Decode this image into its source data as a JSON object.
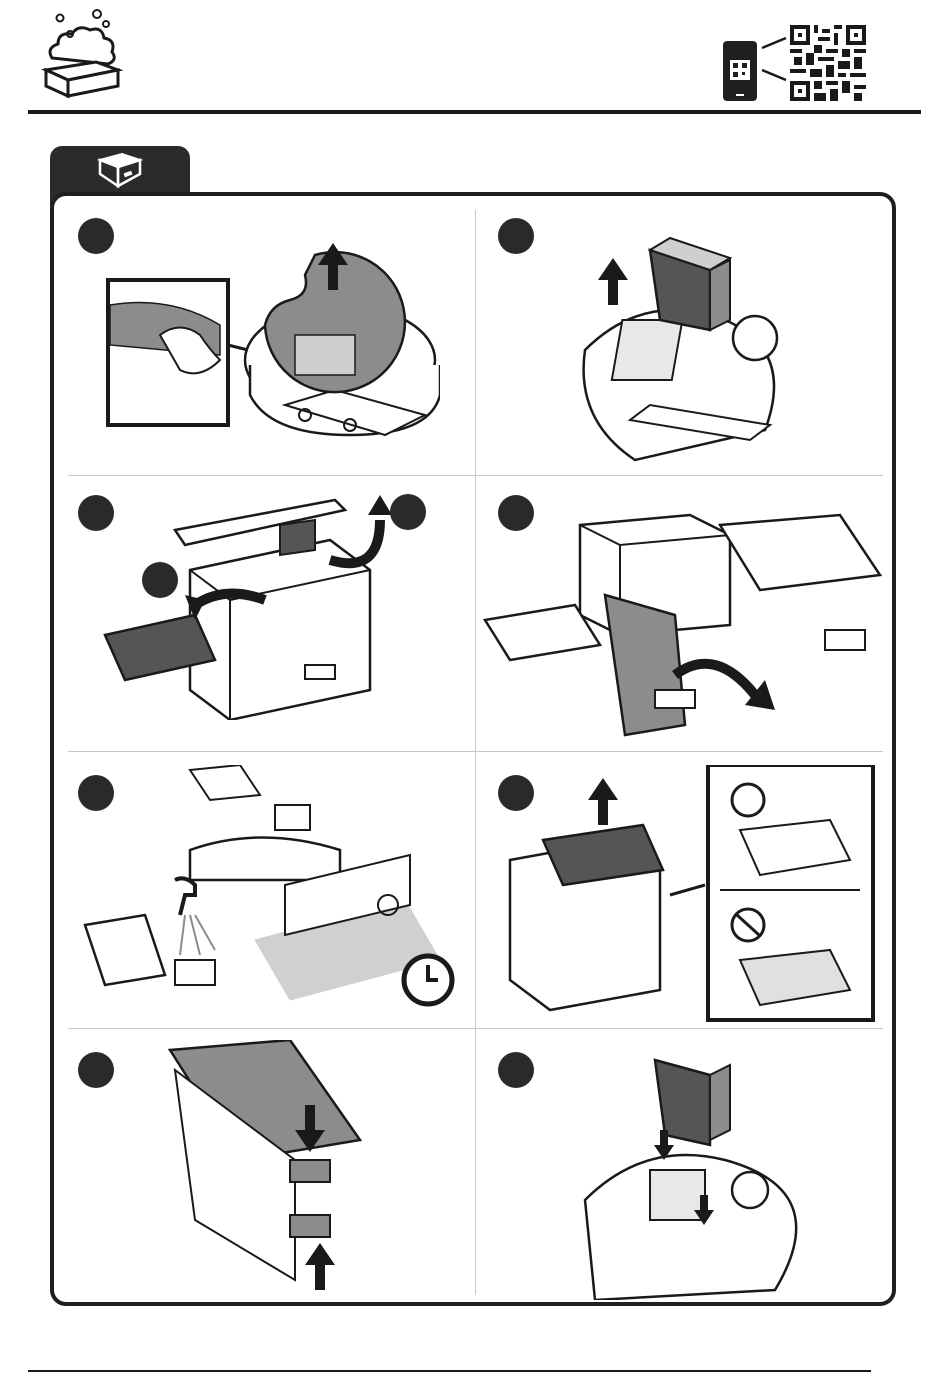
{
  "header": {
    "cleaning_icon": "soap-bubbles-sponge-icon",
    "qr_icon": "qr-code-icon",
    "phone_icon": "phone-qr-icon"
  },
  "section_tab": {
    "icon": "dust-bin-filter-icon"
  },
  "steps": [
    {
      "id": 1,
      "icon": "remove-top-cover"
    },
    {
      "id": 2,
      "icon": "lift-out-dust-bin"
    },
    {
      "id": 3,
      "icon": "remove-filters"
    },
    {
      "id": 4,
      "icon": "open-dust-bin"
    },
    {
      "id": 5,
      "icon": "rinse-and-dry"
    },
    {
      "id": 6,
      "icon": "reinsert-filter-correct-orientation"
    },
    {
      "id": 7,
      "icon": "close-dust-bin"
    },
    {
      "id": 8,
      "icon": "reinstall-dust-bin"
    }
  ],
  "colors": {
    "dark": "#2a2a2a",
    "mid_gray": "#8c8c8c",
    "light_gray": "#d9d9d9",
    "line": "#c7c7c7"
  }
}
